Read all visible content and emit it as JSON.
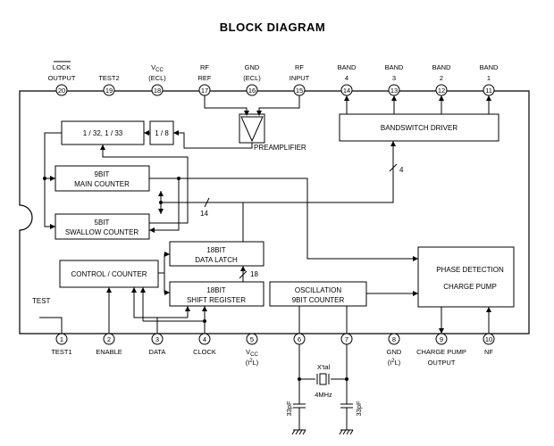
{
  "title": "BLOCK DIAGRAM",
  "top_pins": [
    {
      "num": "20",
      "line1": "LOCK",
      "line2": "OUTPUT",
      "overline": true
    },
    {
      "num": "19",
      "line1": "TEST2",
      "line2": ""
    },
    {
      "num": "18",
      "line1": "VCC",
      "line2": "(ECL)"
    },
    {
      "num": "17",
      "line1": "RF",
      "line2": "REF"
    },
    {
      "num": "16",
      "line1": "GND",
      "line2": "(ECL)"
    },
    {
      "num": "15",
      "line1": "RF",
      "line2": "INPUT"
    },
    {
      "num": "14",
      "line1": "BAND",
      "line2": "4"
    },
    {
      "num": "13",
      "line1": "BAND",
      "line2": "3"
    },
    {
      "num": "12",
      "line1": "BAND",
      "line2": "2"
    },
    {
      "num": "11",
      "line1": "BAND",
      "line2": "1"
    }
  ],
  "bottom_pins": [
    {
      "num": "1",
      "line1": "TEST1",
      "line2": ""
    },
    {
      "num": "2",
      "line1": "ENABLE",
      "line2": ""
    },
    {
      "num": "3",
      "line1": "DATA",
      "line2": ""
    },
    {
      "num": "4",
      "line1": "CLOCK",
      "line2": ""
    },
    {
      "num": "5",
      "line1": "VCC",
      "line2": "(I2L)"
    },
    {
      "num": "6",
      "line1": "",
      "line2": ""
    },
    {
      "num": "7",
      "line1": "",
      "line2": ""
    },
    {
      "num": "8",
      "line1": "GND",
      "line2": "(I2L)"
    },
    {
      "num": "9",
      "line1": "CHARGE PUMP",
      "line2": "OUTPUT"
    },
    {
      "num": "10",
      "line1": "NF",
      "line2": ""
    }
  ],
  "blocks": {
    "prescaler_32_33": "1 / 32, 1 / 33",
    "div_8": "1 / 8",
    "preamplifier": "PREAMPLIFIER",
    "bandswitch_driver": "BANDSWITCH DRIVER",
    "main_counter_1": "9BIT",
    "main_counter_2": "MAIN COUNTER",
    "swallow_counter_1": "5BIT",
    "swallow_counter_2": "SWALLOW COUNTER",
    "data_latch_1": "18BIT",
    "data_latch_2": "DATA LATCH",
    "control_counter": "CONTROL / COUNTER",
    "shift_register_1": "18BIT",
    "shift_register_2": "SHIFT REGISTER",
    "oscillation_1": "OSCILLATION",
    "oscillation_2": "9BIT COUNTER",
    "phase_detection_1": "PHASE DETECTION",
    "phase_detection_2": "CHARGE PUMP"
  },
  "bus_widths": {
    "band_bus": "4",
    "swallow_bus": "14",
    "latch_bus": "18"
  },
  "test_label": "TEST",
  "crystal": {
    "label": "X'tal",
    "freq": "4MHz",
    "cap_left": "33pF",
    "cap_right": "33pF"
  }
}
